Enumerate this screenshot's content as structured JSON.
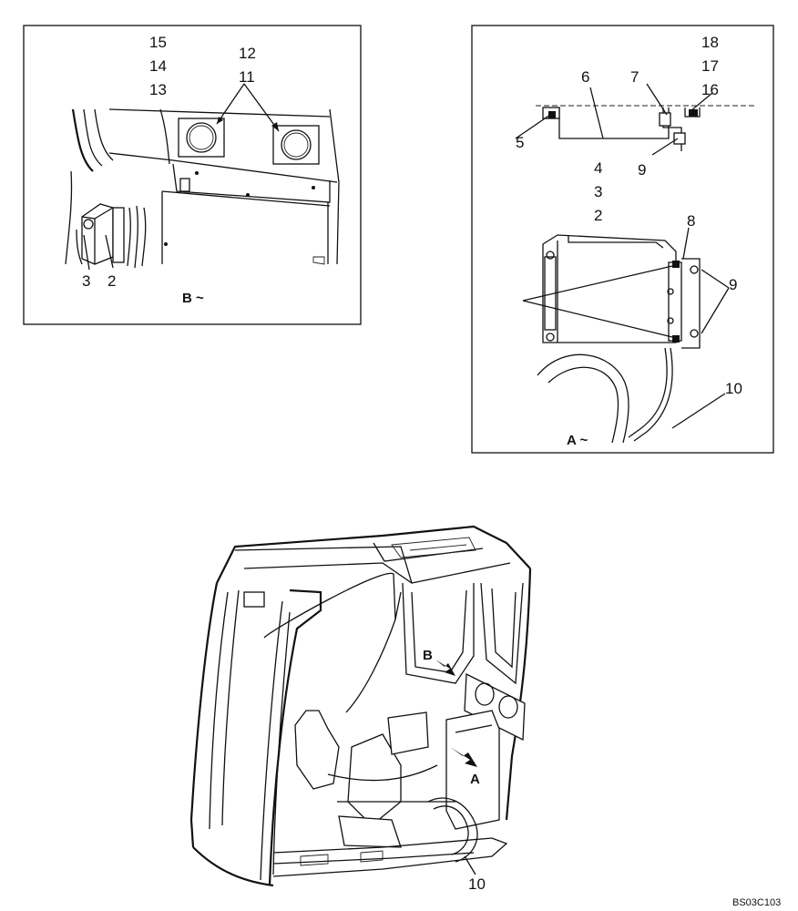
{
  "detail_b": {
    "view_label": "B ~",
    "callouts": [
      "15",
      "14",
      "13",
      "12",
      "11",
      "3",
      "2"
    ]
  },
  "detail_a": {
    "view_label": "A ~",
    "callouts": [
      "18",
      "17",
      "16",
      "6",
      "7",
      "5",
      "9",
      "4",
      "3",
      "2",
      "8",
      "9",
      "10"
    ]
  },
  "cab_view": {
    "arrow_b_label": "B",
    "arrow_a_label": "A",
    "callout": "10"
  },
  "drawing_code": "BS03C103"
}
